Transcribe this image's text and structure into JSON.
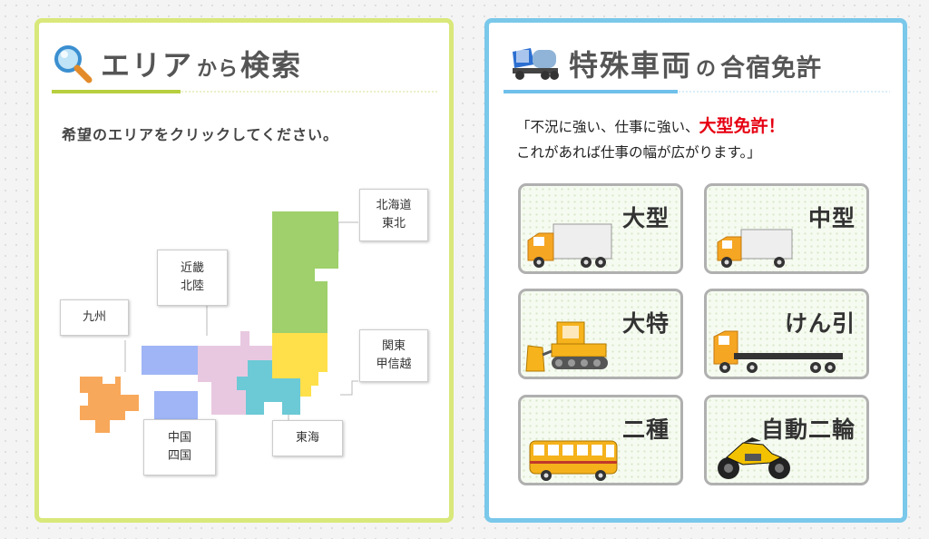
{
  "area_search": {
    "title_main": "エリア",
    "title_small": "から",
    "title_end": "検索",
    "instruction": "希望のエリアをクリックしてください。",
    "regions": [
      {
        "line1": "北海道",
        "line2": "東北"
      },
      {
        "line1": "近畿",
        "line2": "北陸"
      },
      {
        "line1": "九州",
        "line2": ""
      },
      {
        "line1": "関東",
        "line2": "甲信越"
      },
      {
        "line1": "中国",
        "line2": "四国"
      },
      {
        "line1": "東海",
        "line2": ""
      }
    ],
    "colors": {
      "hokkaido_tohoku": "#9fd06c",
      "kanto": "#ffe04a",
      "tokai": "#6cc9d6",
      "kinki": "#e8c8e0",
      "chugoku": "#9fb5f5",
      "shikoku": "#9fb5f5",
      "kyushu": "#f8a85a"
    }
  },
  "special_license": {
    "title_main": "特殊車両",
    "title_small": "の",
    "title_end": "合宿免許",
    "intro_part1": "「不況に強い、仕事に強い、",
    "intro_highlight": "大型免許！",
    "intro_line2": "これがあれば仕事の幅が広がります。」",
    "buttons": [
      {
        "label": "大型",
        "icon": "large-truck-icon"
      },
      {
        "label": "中型",
        "icon": "medium-truck-icon"
      },
      {
        "label": "大特",
        "icon": "bulldozer-icon"
      },
      {
        "label": "けん引",
        "icon": "trailer-truck-icon"
      },
      {
        "label": "二種",
        "icon": "bus-icon"
      },
      {
        "label": "自動二輪",
        "icon": "motorcycle-icon"
      }
    ]
  }
}
